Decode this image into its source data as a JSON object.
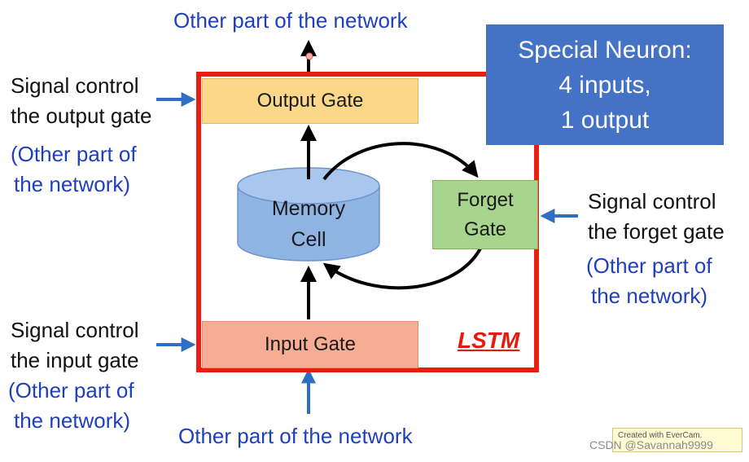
{
  "top_label": "Other part of the network",
  "bottom_label": "Other part of the network",
  "special_neuron": {
    "line1": "Special Neuron:",
    "line2": "4 inputs,",
    "line3": "1 output"
  },
  "left_output": {
    "line1": "Signal control",
    "line2": "the output gate",
    "sub1": "(Other part of",
    "sub2": "the network)"
  },
  "left_input": {
    "line1": "Signal control",
    "line2": "the input gate",
    "sub1": "(Other part of",
    "sub2": "the network)"
  },
  "right_forget": {
    "line1": "Signal control",
    "line2": "the forget gate",
    "sub1": "(Other part of",
    "sub2": "the network)"
  },
  "gates": {
    "output": "Output Gate",
    "input": "Input Gate",
    "forget_line1": "Forget",
    "forget_line2": "Gate"
  },
  "memory_cell": {
    "line1": "Memory",
    "line2": "Cell"
  },
  "lstm_label": "LSTM",
  "watermark": {
    "line1": "Created with EverCam.",
    "line2": ""
  },
  "csdn": "CSDN @Savannah9999",
  "colors": {
    "frame": "#ee1c10",
    "arrow_blue": "#2e6fc2",
    "special_box": "#4472c4",
    "label_blue": "#1f3fbf"
  }
}
